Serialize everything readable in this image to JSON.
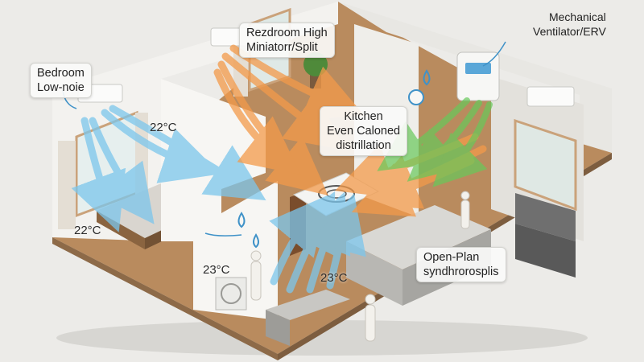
{
  "labels": {
    "bedroom": {
      "line1": "Bedroom",
      "line2": "Low-noie"
    },
    "top_unit": {
      "line1": "Rezdroom High",
      "line2": "Miniatorr/Split"
    },
    "ventilator": {
      "line1": "Mechanical",
      "line2": "Ventilator/ERV"
    },
    "kitchen": {
      "line1": "Kitchen",
      "line2": "Even Caloned",
      "line3": "distrillation"
    },
    "open_plan": {
      "line1": "Open-Plan",
      "line2": "syndhrorosplis"
    }
  },
  "temperatures": {
    "bedroom_air": "22°C",
    "bedroom_floor": "22°C",
    "hall": "23°C",
    "kitchen": "23°C"
  },
  "colors": {
    "cool_airflow": "#7cc6ec",
    "warm_airflow": "#f39a4a",
    "fresh_airflow": "#67c95a",
    "floor": "#b98b5e",
    "wall": "#f3f2ef"
  }
}
